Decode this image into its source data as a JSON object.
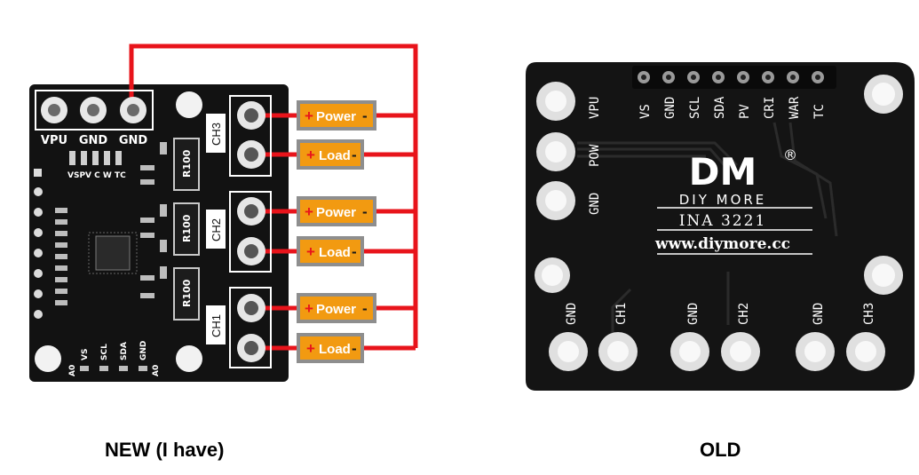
{
  "captions": {
    "left": "NEW (I have)",
    "right": "OLD"
  },
  "new_board": {
    "top_pins": [
      "VPU",
      "GND",
      "GND"
    ],
    "led_labels": "VSPV C W TC",
    "resistors": [
      "R100",
      "R100",
      "R100"
    ],
    "channels": [
      "CH3",
      "CH2",
      "CH1"
    ],
    "bottom_pins": [
      "A0",
      "VS",
      "SCL",
      "SDA",
      "GND",
      "A0"
    ],
    "tags": [
      {
        "plus": "+",
        "text": "Power",
        "minus": "-"
      },
      {
        "plus": "+",
        "text": "Load",
        "minus": "-"
      },
      {
        "plus": "+",
        "text": "Power",
        "minus": "-"
      },
      {
        "plus": "+",
        "text": "Load",
        "minus": "-"
      },
      {
        "plus": "+",
        "text": "Power",
        "minus": "-"
      },
      {
        "plus": "+",
        "text": "Load",
        "minus": "-"
      }
    ],
    "colors": {
      "board": "#111111",
      "wire": "#e8141b",
      "tag": "#f29a11",
      "tag_border": "#9a9a9a"
    }
  },
  "old_board": {
    "top_pins": [
      "VS",
      "GND",
      "SCL",
      "SDA",
      "PV",
      "CRI",
      "WAR",
      "TC"
    ],
    "left_pins": [
      "VPU",
      "POW",
      "GND"
    ],
    "logo": "DM",
    "brand": "DIY MORE",
    "chip": "INA 3221",
    "url": "www.diymore.cc",
    "registered": "®",
    "bottom_pins": [
      "GND",
      "CH1",
      "GND",
      "CH2",
      "GND",
      "CH3"
    ]
  }
}
